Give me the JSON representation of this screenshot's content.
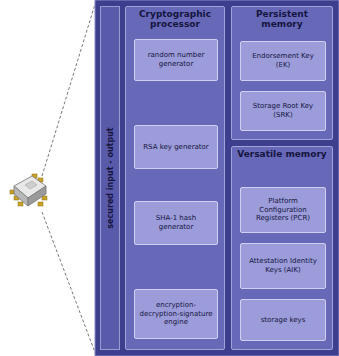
{
  "diagram": {
    "nodes": [
      {
        "text": [
          "secured input - output"
        ]
      },
      {
        "text": [
          "Cryptographic processor"
        ]
      },
      {
        "text": [
          "random number generator"
        ],
        "in": 1
      },
      {
        "text": [
          "RSA key generator"
        ],
        "in": 1
      },
      {
        "text": [
          "SHA-1 hash generator"
        ],
        "in": 1
      },
      {
        "text": [
          "encryption-decryption-signature engine"
        ],
        "in": 1
      },
      {
        "text": [
          "Persistent memory"
        ]
      },
      {
        "text": [
          "Endorsement Key (EK)"
        ],
        "in": 6
      },
      {
        "text": [
          "Storage Root Key (SRK)"
        ],
        "in": 6
      },
      {
        "text": [
          "Versatile memory"
        ]
      },
      {
        "text": [
          "Platform Configuration Registers (PCR)"
        ],
        "in": 9
      },
      {
        "text": [
          "Attestation Identity Keys (AIK)"
        ],
        "in": 9
      },
      {
        "text": [
          "storage keys"
        ],
        "in": 9
      }
    ]
  }
}
